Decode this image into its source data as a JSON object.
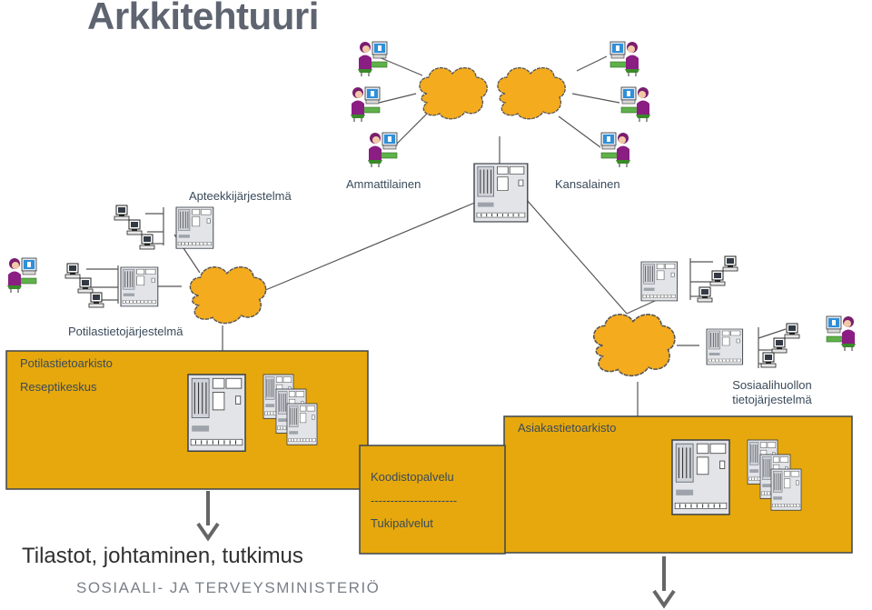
{
  "title": "Arkkitehtuuri",
  "labels": {
    "apteekki": "Apteekkijärjestelmä",
    "ammattilainen": "Ammattilainen",
    "kansalainen": "Kansalainen",
    "potilastietojarjestelma": "Potilastietojärjestelmä",
    "potilastietoarkisto": "Potilastietoarkisto",
    "reseptikeskus": "Reseptikeskus",
    "sosiaalihuollon_1": "Sosiaalihuollon",
    "sosiaalihuollon_2": "tietojärjestelmä",
    "asiakastietoarkisto": "Asiakastietoarkisto",
    "koodistopalvelu": "Koodistopalvelu",
    "separator": "----------------------",
    "tukipalvelut": "Tukipalvelut"
  },
  "bottom_text": "Tilastot, johtaminen, tutkimus",
  "footer": "SOSIAALI- JA TERVEYSMINISTERIÖ",
  "colors": {
    "box_fill": "#e6a80c",
    "box_stroke": "#3c4650",
    "cloud_fill": "#f4ab1e",
    "server_fill": "#e4e6ea"
  }
}
